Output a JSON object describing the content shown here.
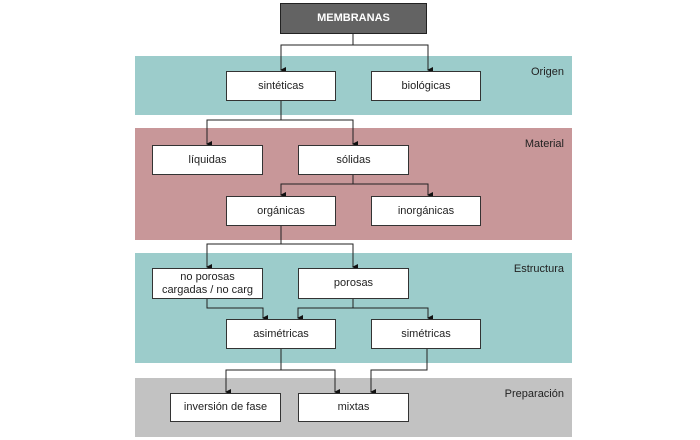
{
  "root": {
    "label": "MEMBRANAS"
  },
  "bands": [
    {
      "id": "origen",
      "label": "Origen",
      "color": "#9ccccb"
    },
    {
      "id": "material",
      "label": "Material",
      "color": "#c89799"
    },
    {
      "id": "estructura",
      "label": "Estructura",
      "color": "#9ccccb"
    },
    {
      "id": "preparacion",
      "label": "Preparación",
      "color": "#c2c2c2"
    }
  ],
  "nodes": {
    "sinteticas": "sintéticas",
    "biologicas": "biológicas",
    "liquidas": "líquidas",
    "solidas": "sólidas",
    "organicas": "orgánicas",
    "inorganicas": "inorgánicas",
    "no_porosas_line1": "no porosas",
    "no_porosas_line2": "cargadas / no carg",
    "porosas": "porosas",
    "asimetricas": "asimétricas",
    "simetricas": "simétricas",
    "inversion_de_fase": "inversión de fase",
    "mixtas": "mixtas"
  },
  "edges": [
    [
      "membranas",
      "sinteticas"
    ],
    [
      "membranas",
      "biologicas"
    ],
    [
      "sinteticas",
      "liquidas"
    ],
    [
      "sinteticas",
      "solidas"
    ],
    [
      "solidas",
      "organicas"
    ],
    [
      "solidas",
      "inorganicas"
    ],
    [
      "organicas",
      "no_porosas"
    ],
    [
      "organicas",
      "porosas"
    ],
    [
      "no_porosas",
      "asimetricas"
    ],
    [
      "porosas",
      "asimetricas"
    ],
    [
      "porosas",
      "simetricas"
    ],
    [
      "asimetricas",
      "inversion_de_fase"
    ],
    [
      "asimetricas",
      "mixtas"
    ],
    [
      "simetricas",
      "mixtas"
    ]
  ]
}
